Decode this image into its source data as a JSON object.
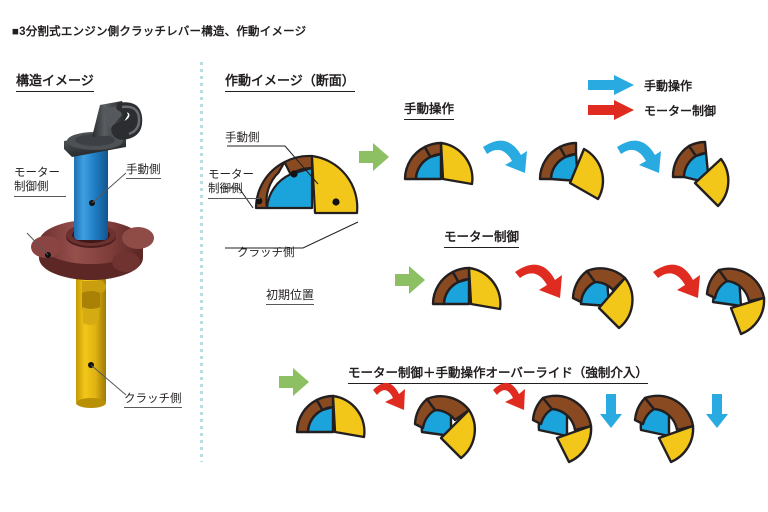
{
  "document": {
    "title": "■3分割式エンジン側クラッチレバー構造、作動イメージ"
  },
  "headings": {
    "structure": "構造イメージ",
    "motion": "作動イメージ（断面）",
    "manual_operation": "手動操作",
    "motor_control": "モーター制御",
    "override": "モーター制御＋手動操作オーバーライド（強制介入）"
  },
  "structure_labels": {
    "motor_side_line1": "モーター",
    "motor_side_line2": "制御側",
    "manual_side": "手動側",
    "clutch_side": "クラッチ側"
  },
  "section_labels": {
    "manual_side": "手動側",
    "motor_side_line1": "モーター",
    "motor_side_line2": "制御側",
    "clutch_side": "クラッチ側",
    "initial_position": "初期位置"
  },
  "legend": {
    "items": [
      {
        "icon": "arrow-right-icon",
        "label": "手動操作",
        "color": "#29abe2"
      },
      {
        "icon": "arrow-right-icon",
        "label": "モーター制御",
        "color": "#e02b20"
      }
    ]
  },
  "colors": {
    "motor_brown": "#8a4a21",
    "manual_blue": "#1ba3dc",
    "clutch_yellow": "#f3c719",
    "outline": "#231f20",
    "manual_arrow": "#29abe2",
    "motor_arrow": "#e02b20",
    "start_arrow": "#8cc063",
    "divider": "#b9dde4",
    "leader": "#58595b"
  },
  "chart_data": {
    "type": "diagram",
    "description": "3分割式エンジン側クラッチレバー構造、作動イメージ",
    "segments": [
      {
        "name": "モーター制御側",
        "color": "#8a4a21"
      },
      {
        "name": "手動側",
        "color": "#1ba3dc"
      },
      {
        "name": "クラッチ側",
        "color": "#f3c719"
      }
    ],
    "initial_state": {
      "label": "初期位置",
      "motor_start": 180,
      "motor_end": 245,
      "manual_start": 245,
      "manual_end": 300,
      "clutch_start": 300,
      "clutch_end": 360
    },
    "sequences": [
      {
        "name": "手動操作",
        "arrow": "手動操作",
        "arrow_color": "#29abe2",
        "frames": [
          {
            "motor": [
              180,
              245
            ],
            "manual": [
              245,
              300
            ],
            "clutch": [
              300,
              360
            ]
          },
          {
            "motor": [
              180,
              245
            ],
            "manual": [
              245,
              300
            ],
            "clutch": [
              320,
              380
            ]
          },
          {
            "motor": [
              180,
              245
            ],
            "manual": [
              262,
              317
            ],
            "clutch": [
              340,
              400
            ]
          }
        ]
      },
      {
        "name": "モーター制御",
        "arrow": "モーター制御",
        "arrow_color": "#e02b20",
        "frames": [
          {
            "motor": [
              180,
              245
            ],
            "manual": [
              245,
              300
            ],
            "clutch": [
              300,
              360
            ]
          },
          {
            "motor": [
              198,
              263
            ],
            "manual": [
              245,
              300
            ],
            "clutch": [
              318,
              378
            ]
          },
          {
            "motor": [
              215,
              280
            ],
            "manual": [
              245,
              300
            ],
            "clutch": [
              336,
              396
            ]
          }
        ]
      },
      {
        "name": "モーター制御＋手動操作オーバーライド（強制介入）",
        "arrow": "モーター制御／手動操作",
        "arrow_color": "#e02b20",
        "frames": [
          {
            "motor": [
              180,
              245
            ],
            "manual": [
              245,
              300
            ],
            "clutch": [
              300,
              360
            ]
          },
          {
            "motor": [
              198,
              263
            ],
            "manual": [
              235,
              300
            ],
            "clutch": [
              318,
              378
            ]
          },
          {
            "motor": [
              215,
              280
            ],
            "manual": [
              225,
              300
            ],
            "clutch": [
              336,
              396
            ]
          },
          {
            "motor": [
              215,
              280
            ],
            "manual": [
              225,
              300
            ],
            "clutch": [
              336,
              396
            ]
          },
          {
            "motor": [
              215,
              280
            ],
            "manual": [
              225,
              300
            ],
            "clutch": [
              336,
              396
            ]
          }
        ]
      }
    ]
  }
}
